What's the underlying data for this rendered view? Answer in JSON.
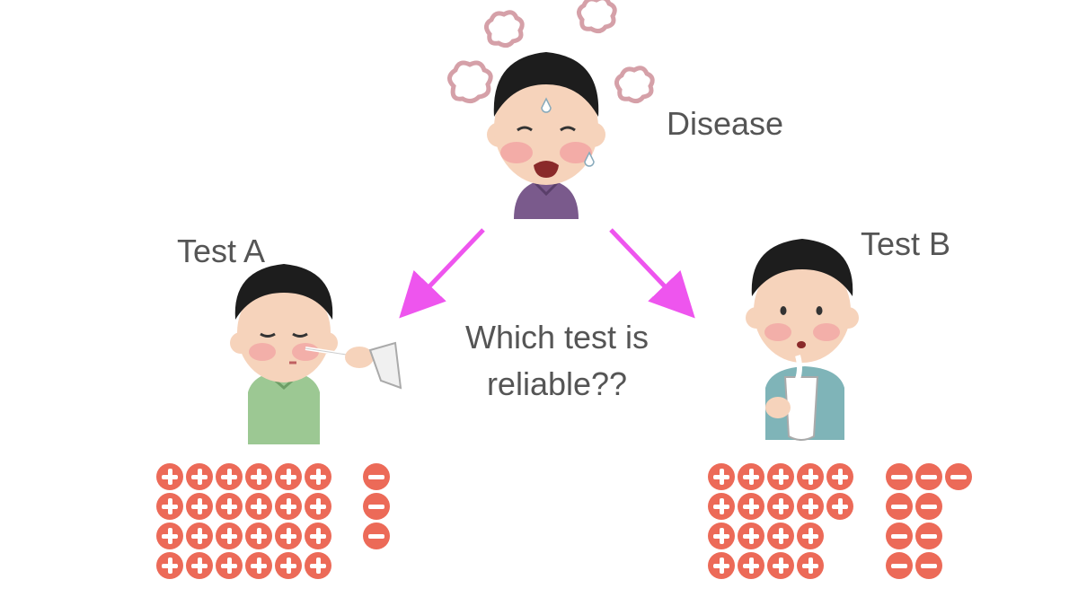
{
  "labels": {
    "disease": "Disease",
    "test_a": "Test A",
    "test_b": "Test B",
    "question_line1": "Which test is",
    "question_line2": "reliable??"
  },
  "colors": {
    "arrow": "#ee55ee",
    "symbol": "#ec6a58",
    "text": "#555555",
    "sick_shirt": "#7a5a8c",
    "test_a_shirt": "#9cc893",
    "test_b_shirt": "#7fb4b8"
  },
  "icons": {
    "sick_person": "sick-person-icon",
    "nasal_swab_person": "nasal-swab-person-icon",
    "saliva_test_person": "saliva-test-person-icon",
    "positive": "plus-circle-icon",
    "negative": "minus-circle-icon"
  },
  "results": {
    "test_a": {
      "positive_rows": [
        6,
        6,
        6,
        6
      ],
      "negative_rows": [
        1,
        1,
        1
      ]
    },
    "test_b": {
      "positive_rows": [
        5,
        5,
        4,
        4
      ],
      "negative_rows": [
        3,
        2,
        2,
        2
      ]
    }
  }
}
